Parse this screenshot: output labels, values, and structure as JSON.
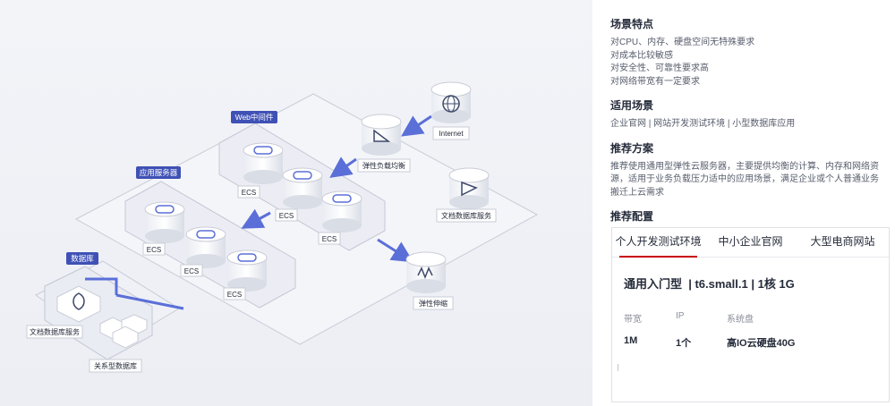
{
  "diagram": {
    "labels": {
      "web_middleware": "Web中间件",
      "app_server": "应用服务器",
      "database": "数据库",
      "internet": "Internet",
      "elb": "弹性负载均衡",
      "doc_db_top": "文档数据库服务",
      "auto_scaling": "弹性伸缩",
      "doc_db": "文档数据库服务",
      "rdb": "关系型数据库",
      "ecs": "ECS"
    }
  },
  "panel": {
    "features": {
      "title": "场景特点",
      "lines": [
        "对CPU、内存、硬盘空间无特殊要求",
        "对成本比较敏感",
        "对安全性、可靠性要求高",
        "对网络带宽有一定要求"
      ]
    },
    "usage": {
      "title": "适用场景",
      "text": "企业官网 | 网站开发测试环境 | 小型数据库应用"
    },
    "recommend": {
      "title": "推荐方案",
      "text": "推荐使用通用型弹性云服务器，主要提供均衡的计算、内存和网络资源，适用于业务负载压力适中的应用场景，满足企业或个人普通业务搬迁上云需求"
    },
    "config": {
      "title": "推荐配置",
      "tabs": [
        "个人开发测试环境",
        "中小企业官网",
        "大型电商网站"
      ],
      "spec": "通用入门型  | t6.small.1 | 1核 1G",
      "keys": [
        "带宽",
        "IP",
        "系统盘"
      ],
      "values": [
        "1M",
        "1个",
        "高IO云硬盘40G"
      ]
    }
  },
  "colors": {
    "accent": "#c7000b",
    "diagram_blue": "#5b6fd8",
    "tag_blue": "#3f51b5"
  }
}
